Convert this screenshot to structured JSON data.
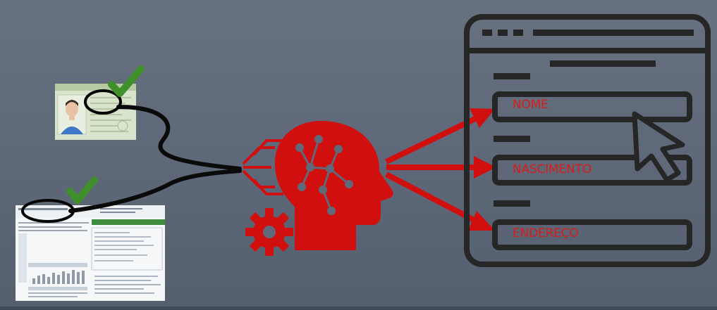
{
  "form": {
    "fields": [
      {
        "label": "NOME"
      },
      {
        "label": "NASCIMENTO"
      },
      {
        "label": "ENDEREÇO"
      }
    ]
  },
  "colors": {
    "background": "#5f6979",
    "accent_red": "#d10f0f",
    "check_green": "#3f8f2a",
    "outline_dark": "#2f2f2f",
    "connector": "#0a0a0a"
  },
  "icons": [
    "id-card-document",
    "utility-bill-document",
    "check-icon",
    "ai-head-icon",
    "gear-icon",
    "form-window-icon",
    "cursor-icon"
  ]
}
